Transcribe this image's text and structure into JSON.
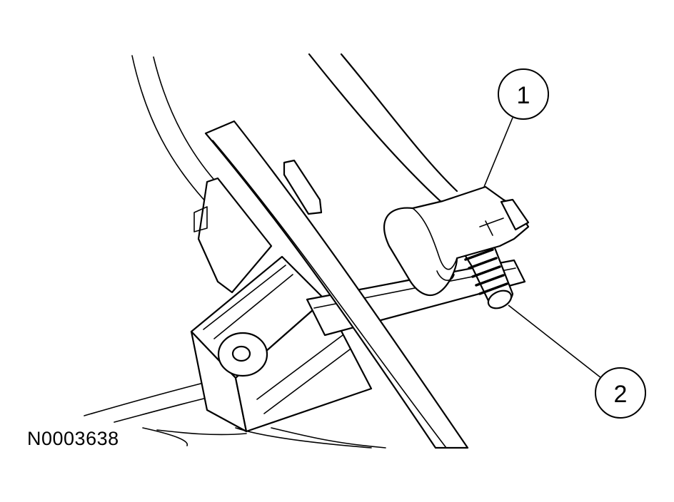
{
  "figure_id": "N0003638",
  "callouts": [
    {
      "number": "1"
    },
    {
      "number": "2"
    }
  ]
}
